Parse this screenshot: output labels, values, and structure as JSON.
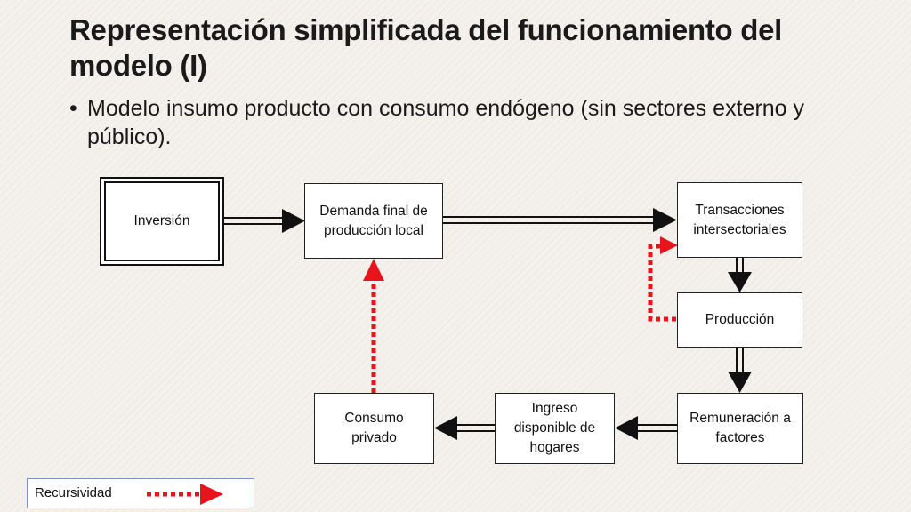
{
  "slide": {
    "title": "Representación simplificada del funcionamiento del modelo (I)",
    "bullet_symbol": "•",
    "bullet": "Modelo insumo producto con consumo endógeno (sin sectores externo y público)."
  },
  "diagram": {
    "nodes": {
      "inversion": "Inversión",
      "demanda_final": "Demanda final de producción local",
      "transacciones": "Transacciones intersectoriales",
      "produccion": "Producción",
      "remuneracion": "Remuneración a factores",
      "ingreso": "Ingreso disponible de hogares",
      "consumo": "Consumo privado"
    },
    "colors": {
      "recursion": "#e8141b",
      "flow": "#111111"
    }
  },
  "legend": {
    "label": "Recursividad"
  }
}
